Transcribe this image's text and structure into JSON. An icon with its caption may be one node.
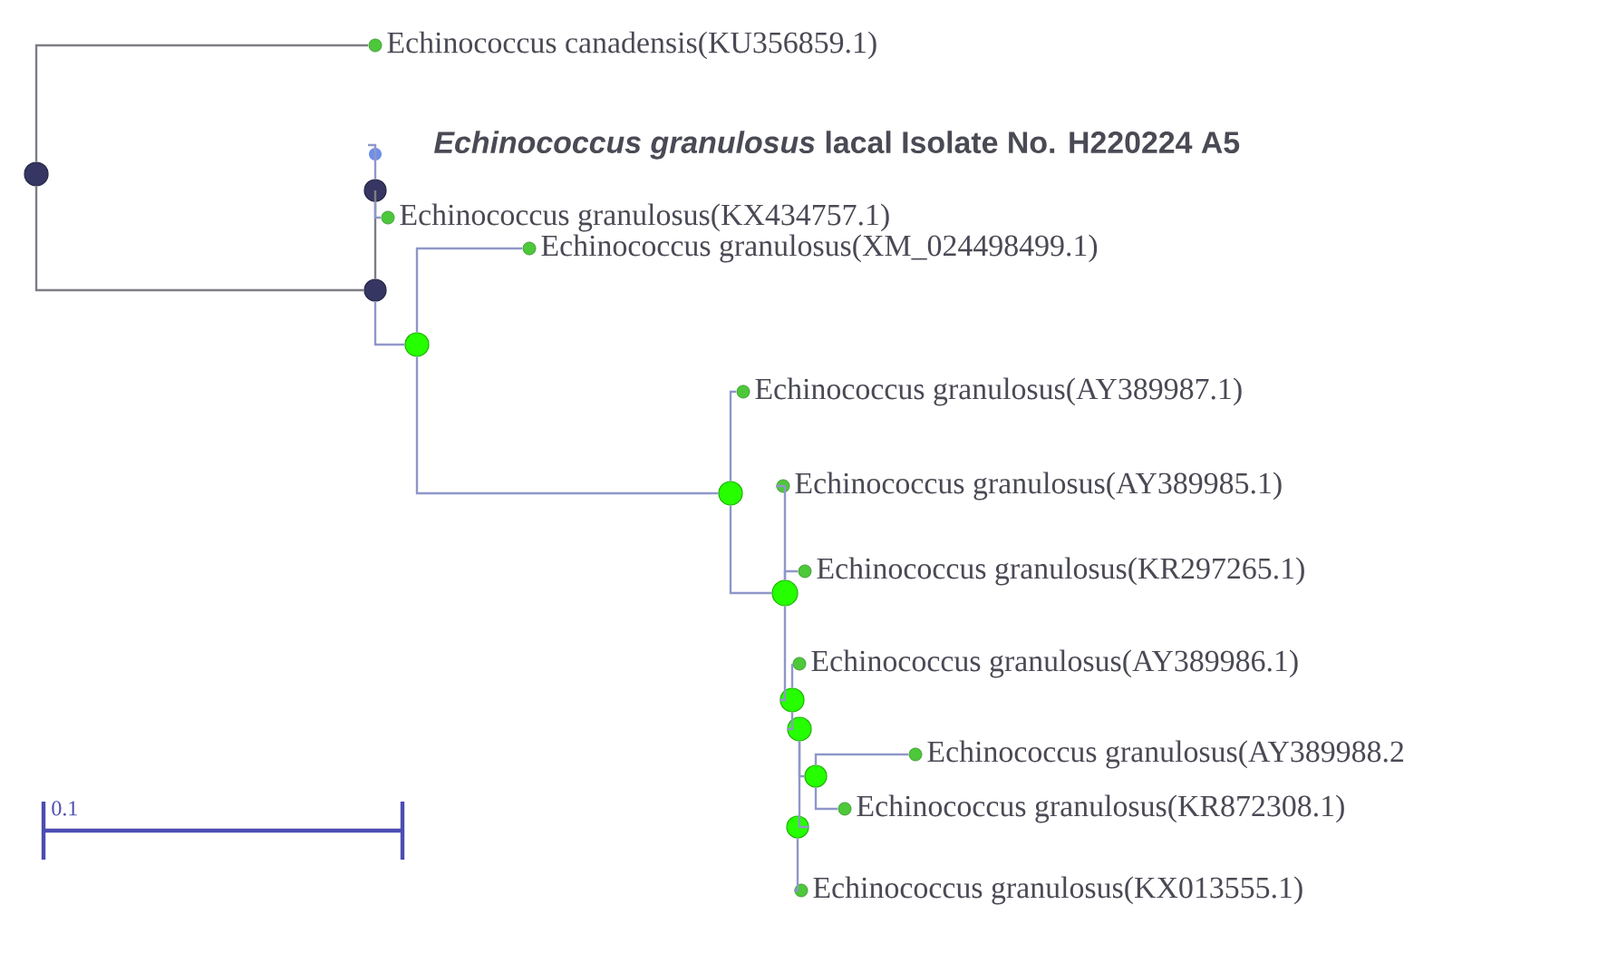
{
  "diagram": {
    "nodes": [
      {
        "text": [],
        "shape": "circle"
      },
      {
        "text": [
          "Echinococcus canadensis(KU356859.1)"
        ]
      },
      {
        "text": [
          "*Echinococcus granulosus* lacal Isolate No. H220224 A5"
        ]
      },
      {
        "text": [],
        "shape": "circle"
      },
      {
        "text": [
          "Echinococcus granulosus(KX434757.1)"
        ]
      },
      {
        "text": [],
        "shape": "circle"
      },
      {
        "text": [
          "Echinococcus granulosus(XM_024498499.1)"
        ]
      },
      {
        "text": [],
        "shape": "circle"
      },
      {
        "text": [
          "Echinococcus granulosus(AY389987.1)"
        ]
      },
      {
        "text": [],
        "shape": "circle"
      },
      {
        "text": [
          "Echinococcus granulosus(AY389985.1)"
        ]
      },
      {
        "text": [],
        "shape": "circle"
      },
      {
        "text": [
          "Echinococcus granulosus(KR297265.1)"
        ]
      },
      {
        "text": [
          "Echinococcus granulosus(AY389986.1)"
        ]
      },
      {
        "text": [],
        "shape": "circle"
      },
      {
        "text": [],
        "shape": "circle"
      },
      {
        "text": [
          "Echinococcus granulosus(AY389988.2"
        ]
      },
      {
        "text": [],
        "shape": "circle"
      },
      {
        "text": [
          "Echinococcus granulosus(KR872308.1)"
        ]
      },
      {
        "text": [],
        "shape": "circle"
      },
      {
        "text": [
          "Echinococcus granulosus(KX013555.1)"
        ]
      }
    ],
    "edges": [
      {
        "from": 0,
        "to": 1,
        "arrow": "none",
        "color": "#7d7d85"
      },
      {
        "from": 0,
        "to": 5,
        "arrow": "none",
        "color": "#7d7d85"
      },
      {
        "from": 5,
        "to": 3,
        "arrow": "none",
        "color": "#7d7d85"
      },
      {
        "from": 3,
        "to": 2,
        "arrow": "none"
      },
      {
        "from": 3,
        "to": 4,
        "arrow": "none"
      },
      {
        "from": 5,
        "to": 7,
        "arrow": "none"
      },
      {
        "from": 7,
        "to": 6,
        "arrow": "none"
      },
      {
        "from": 7,
        "to": 9,
        "arrow": "none"
      },
      {
        "from": 9,
        "to": 8,
        "arrow": "none"
      },
      {
        "from": 9,
        "to": 11,
        "arrow": "none"
      },
      {
        "from": 11,
        "to": 10,
        "arrow": "none"
      },
      {
        "from": 11,
        "to": 12,
        "arrow": "none"
      },
      {
        "from": 11,
        "to": 14,
        "arrow": "none"
      },
      {
        "from": 14,
        "to": 13,
        "arrow": "none"
      },
      {
        "from": 14,
        "to": 15,
        "arrow": "none"
      },
      {
        "from": 15,
        "to": 17,
        "arrow": "none"
      },
      {
        "from": 17,
        "to": 16,
        "arrow": "none"
      },
      {
        "from": 17,
        "to": 18,
        "arrow": "none"
      },
      {
        "from": 15,
        "to": 19,
        "arrow": "none"
      },
      {
        "from": 19,
        "to": 20,
        "arrow": "none"
      }
    ],
    "labels": [
      "0.1"
    ]
  }
}
